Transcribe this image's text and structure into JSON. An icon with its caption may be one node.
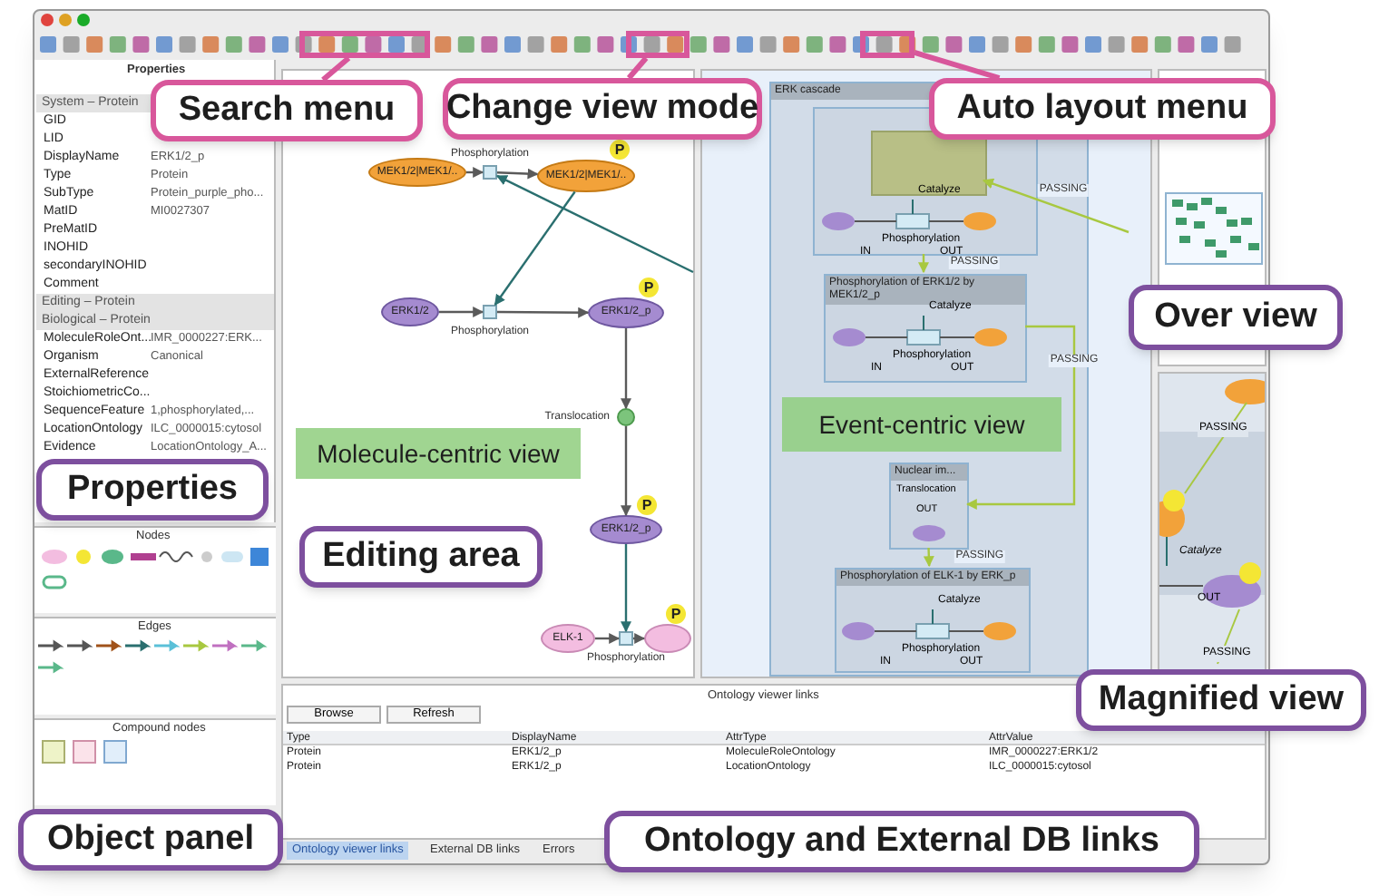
{
  "diagram": {
    "nodes": [
      {
        "text": [
          "Search menu"
        ]
      },
      {
        "text": [],
        "shape": "box"
      },
      {
        "text": [
          "Change view mode"
        ]
      },
      {
        "text": [],
        "shape": "box"
      },
      {
        "text": [
          "Auto layout menu"
        ]
      },
      {
        "text": [],
        "shape": "box"
      },
      {
        "text": [
          "Over view"
        ]
      },
      {
        "text": [
          "Properties"
        ]
      },
      {
        "text": [
          "Editing area"
        ]
      },
      {
        "text": [
          "Magnified view"
        ]
      },
      {
        "text": [
          "Object panel"
        ]
      },
      {
        "text": [
          "Ontology and External DB links"
        ]
      },
      {
        "text": [
          "Molecule-centric view"
        ]
      },
      {
        "text": [
          "Event-centric view"
        ],
        "in": 25
      },
      {
        "text": [
          "MEK1/2|MEK1/.."
        ]
      },
      {
        "text": [],
        "shape": "box",
        "beside": [
          "Phosphorylation"
        ]
      },
      {
        "text": [
          "MEK1/2|MEK1/.."
        ],
        "beside": [
          "P"
        ]
      },
      {
        "text": [
          "ERK1/2"
        ]
      },
      {
        "text": [],
        "shape": "box",
        "beside": [
          "Phosphorylation"
        ]
      },
      {
        "text": [
          "ERK1/2_p"
        ],
        "beside": [
          "P"
        ]
      },
      {
        "text": [],
        "shape": "circle",
        "beside": [
          "Translocation"
        ]
      },
      {
        "text": [
          "ERK1/2_p"
        ],
        "beside": [
          "P"
        ]
      },
      {
        "text": [
          "ELK-1"
        ]
      },
      {
        "text": [],
        "shape": "box",
        "beside": [
          "Phosphorylation"
        ]
      },
      {
        "text": [],
        "shape": "ellipse",
        "beside": [
          "P"
        ]
      },
      {
        "text": [
          "ERK cascade"
        ]
      },
      {
        "text": [],
        "shape": "box",
        "in": 25
      },
      {
        "text": [],
        "shape": "box",
        "in": 26
      },
      {
        "text": [
          "Phosphorylation of ERK1/2 by MEK1/2_p"
        ],
        "in": 25
      },
      {
        "text": [
          "Nuclear im..."
        ],
        "in": 25
      },
      {
        "text": [
          "Phosphorylation of ELK-1 by ERK_p"
        ],
        "in": 25
      }
    ],
    "edges": [
      {
        "from": 0,
        "to": 1,
        "arrow": "none",
        "style": "thick",
        "color": "#d8579b"
      },
      {
        "from": 2,
        "to": 3,
        "arrow": "none",
        "style": "thick",
        "color": "#d8579b"
      },
      {
        "from": 4,
        "to": 5,
        "arrow": "none",
        "style": "thick",
        "color": "#d8579b"
      },
      {
        "from": 14,
        "to": 15,
        "arrow": "to"
      },
      {
        "from": 15,
        "to": 16,
        "arrow": "to"
      },
      {
        "from": 16,
        "to": 18,
        "arrow": "to",
        "color": "#2a6f6f"
      },
      {
        "from": 17,
        "to": 18,
        "arrow": "to"
      },
      {
        "from": 18,
        "to": 19,
        "arrow": "to"
      },
      {
        "from": 19,
        "to": 20,
        "arrow": "to"
      },
      {
        "from": 20,
        "to": 21,
        "arrow": "to"
      },
      {
        "from": 21,
        "to": 23,
        "arrow": "to",
        "color": "#2a6f6f"
      },
      {
        "from": 22,
        "to": 23,
        "arrow": "to"
      },
      {
        "from": 23,
        "to": 24,
        "arrow": "to"
      },
      {
        "from": null,
        "to": 15,
        "arrow": "to",
        "color": "#2a6f6f"
      },
      {
        "from": 26,
        "to": 28,
        "arrow": "to",
        "label": "PASSING",
        "color": "#a8c840"
      },
      {
        "from": 28,
        "to": 29,
        "arrow": "to",
        "label": "PASSING",
        "color": "#a8c840"
      },
      {
        "from": 29,
        "to": 30,
        "arrow": "to",
        "label": "PASSING",
        "color": "#a8c840"
      },
      {
        "from": null,
        "to": 27,
        "arrow": "to",
        "label": "PASSING",
        "color": "#a8c840"
      }
    ],
    "labels": [
      "Properties",
      "System – Protein",
      "GID",
      "LID",
      "DisplayName",
      "ERK1/2_p",
      "Type",
      "Protein",
      "SubType",
      "Protein_purple_pho...",
      "MatID",
      "MI0027307",
      "PreMatID",
      "INOHID",
      "secondaryINOHID",
      "Comment",
      "Editing – Protein",
      "Biological – Protein",
      "MoleculeRoleOnt...",
      "IMR_0000227:ERK...",
      "Organism",
      "Canonical",
      "ExternalReference",
      "StoichiometricCo...",
      "SequenceFeature",
      "1,phosphorylated,...",
      "LocationOntology",
      "ILC_0000015:cytosol",
      "Evidence",
      "LocationOntology_A...",
      "Nodes",
      "Edges",
      "Compound nodes",
      "Ontology viewer links",
      "Browse",
      "Refresh",
      "Type",
      "DisplayName",
      "AttrType",
      "AttrValue",
      "Protein",
      "ERK1/2_p",
      "MoleculeRoleOntology",
      "IMR_0000227:ERK1/2",
      "Protein",
      "ERK1/2_p",
      "LocationOntology",
      "ILC_0000015:cytosol",
      "Ontology viewer links",
      "External DB links",
      "Errors",
      "Catalyze",
      "Phosphorylation",
      "IN",
      "OUT",
      "Catalyze",
      "Phosphorylation",
      "IN",
      "OUT",
      "Translocation",
      "OUT",
      "Catalyze",
      "Phosphorylation",
      "IN",
      "OUT",
      "PASSING",
      "Catalyze",
      "OUT",
      "PASSING"
    ]
  }
}
